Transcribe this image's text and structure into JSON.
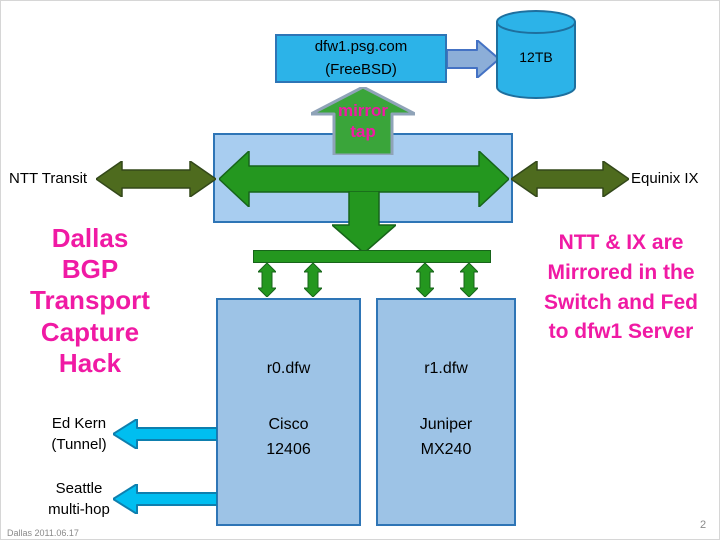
{
  "slide": {
    "footer": "Dallas 2011.06.17",
    "page_number": "2"
  },
  "diagram": {
    "server_box": {
      "line1": "dfw1.psg.com",
      "line2": "(FreeBSD)"
    },
    "storage": {
      "label": "12TB"
    },
    "mirror_tap": {
      "line1": "mirror",
      "line2": "tap"
    },
    "links": {
      "left_label": "NTT Transit",
      "right_label": "Equinix IX"
    },
    "left_note": {
      "lines": [
        "Dallas",
        "BGP",
        "Transport",
        "Capture",
        "Hack"
      ]
    },
    "right_note": {
      "lines": [
        "NTT & IX are",
        "Mirrored in the",
        "Switch and Fed",
        "to dfw1 Server"
      ]
    },
    "routers": [
      {
        "name": "r0.dfw",
        "vendor": "Cisco",
        "model": "12406"
      },
      {
        "name": "r1.dfw",
        "vendor": "Juniper",
        "model": "MX240"
      }
    ],
    "tunnels": [
      {
        "line1": "Ed Kern",
        "line2": "(Tunnel)"
      },
      {
        "line1": "Seattle",
        "line2": "multi-hop"
      }
    ]
  },
  "colors": {
    "cyan_fill": "#2cb3e8",
    "switch_fill": "#a8cdf0",
    "router_fill": "#9dc3e6",
    "box_border_blue": "#2e75b6",
    "green_arrow": "#24971f",
    "olive_arrow": "#4e6b1e",
    "cyan_arrow": "#00bef0",
    "storage_arrow_blue": "#8caed8",
    "magenta_text": "#f01aa4"
  }
}
